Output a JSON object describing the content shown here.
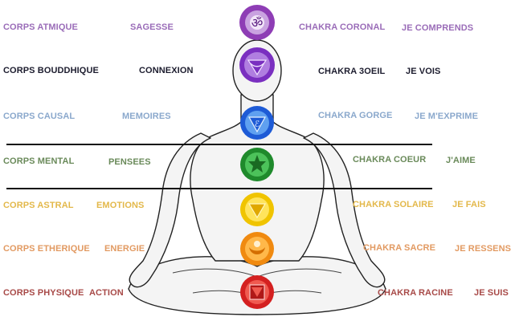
{
  "rows": [
    {
      "corps": "CORPS ATMIQUE",
      "theme": "SAGESSE",
      "chakra": "CHAKRA CORONAL",
      "verb": "JE  COMPRENDS",
      "color": "#9a6cb8",
      "symbol": "om-icon"
    },
    {
      "corps": "CORPS BOUDDHIQUE",
      "theme": "CONNEXION",
      "chakra": "CHAKRA 3OEIL",
      "verb": "JE VOIS",
      "color": "#1c1c2e",
      "symbol": "third-eye-icon"
    },
    {
      "corps": "CORPS CAUSAL",
      "theme": "MEMOIRES",
      "chakra": "CHAKRA GORGE",
      "verb": "JE  M'EXPRIME",
      "color": "#8aa8cc",
      "symbol": "throat-icon"
    },
    {
      "corps": "CORPS MENTAL",
      "theme": "PENSEES",
      "chakra": "CHAKRA COEUR",
      "verb": "J'AIME",
      "color": "#6a8a5a",
      "symbol": "heart-star-icon"
    },
    {
      "corps": "CORPS ASTRAL",
      "theme": "EMOTIONS",
      "chakra": "CHAKRA SOLAIRE",
      "verb": "JE  FAIS",
      "color": "#e3b84a",
      "symbol": "solar-triangle-icon"
    },
    {
      "corps": "CORPS ETHERIQUE",
      "theme": "ENERGIE",
      "chakra": "CHAKRA SACRE",
      "verb": "JE RESSENS",
      "color": "#e29a62",
      "symbol": "sacral-crescent-icon"
    },
    {
      "corps": "CORPS PHYSIQUE",
      "theme": "ACTION",
      "chakra": "CHAKRA RACINE",
      "verb": "JE SUIS",
      "color": "#a84a48",
      "symbol": "root-square-icon"
    }
  ],
  "chakra_colors": {
    "crown": "#8e3db5",
    "third_eye": "#7a2fc0",
    "throat": "#1e5bd6",
    "heart": "#1f8a2c",
    "solar": "#f0c400",
    "sacral": "#f08a10",
    "root": "#d42020"
  },
  "divider_color": "#111111",
  "figure_outline_color": "#222222",
  "figure_fill_color": "#f4f4f4"
}
